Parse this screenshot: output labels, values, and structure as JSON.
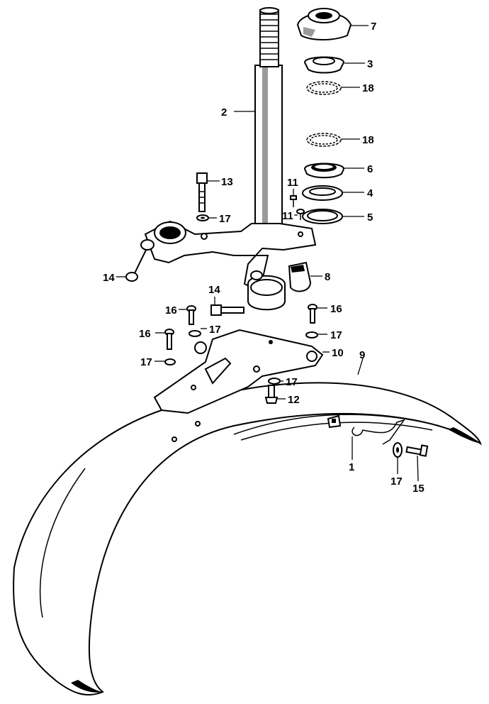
{
  "callouts": {
    "c1": "1",
    "c2": "2",
    "c3": "3",
    "c4": "4",
    "c5": "5",
    "c6": "6",
    "c7": "7",
    "c8": "8",
    "c9": "9",
    "c10": "10",
    "c11a": "11",
    "c11b": "11",
    "c12": "12",
    "c13": "13",
    "c14a": "14",
    "c14b": "14",
    "c15": "15",
    "c16a": "16",
    "c16b": "16",
    "c16c": "16",
    "c17a": "17",
    "c17b": "17",
    "c17c": "17",
    "c17d": "17",
    "c17e": "17",
    "c17f": "17",
    "c18a": "18",
    "c18b": "18"
  }
}
